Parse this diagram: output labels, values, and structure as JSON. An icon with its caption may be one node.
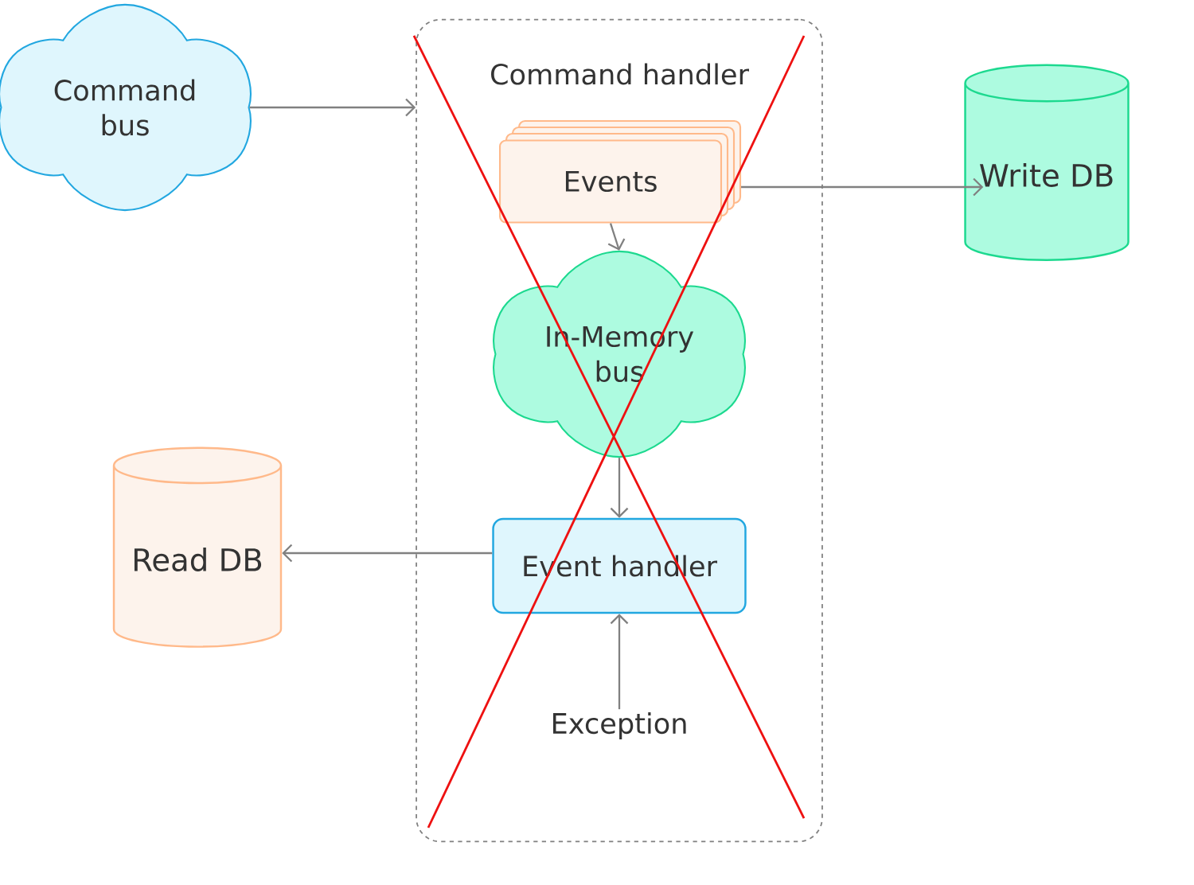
{
  "diagram": {
    "nodes": [
      {
        "text": [
          "Command bus"
        ]
      },
      {
        "text": [
          "Command handler"
        ]
      },
      {
        "text": [
          "Events"
        ],
        "in": 1
      },
      {
        "text": [
          "In-Memory bus"
        ],
        "in": 1
      },
      {
        "text": [
          "Event handler"
        ],
        "in": 1
      },
      {
        "text": [
          "Exception"
        ],
        "in": 1
      },
      {
        "text": [
          "Write DB"
        ]
      },
      {
        "text": [
          "Read DB"
        ]
      }
    ],
    "edges": [
      {
        "from": 0,
        "to": 1,
        "arrow": "to"
      },
      {
        "from": 2,
        "to": 6,
        "arrow": "to"
      },
      {
        "from": 2,
        "to": 3,
        "arrow": "to"
      },
      {
        "from": 3,
        "to": 4,
        "arrow": "to"
      },
      {
        "from": 5,
        "to": 4,
        "arrow": "to"
      },
      {
        "from": 4,
        "to": 7,
        "arrow": "to"
      }
    ]
  }
}
